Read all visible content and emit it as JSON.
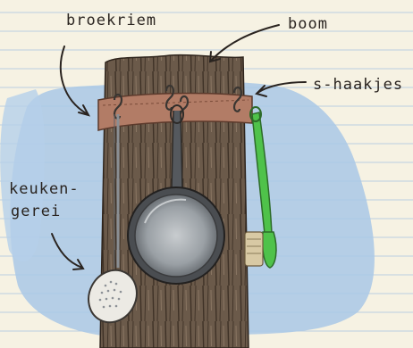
{
  "labels": {
    "belt": "broekriem",
    "tree": "boom",
    "hooks": "s-haakjes",
    "utensils_line1": "keuken-",
    "utensils_line2": "gerei"
  },
  "colors": {
    "paper": "#f6f2e3",
    "ruled_line": "#b9cde0",
    "watercolor": "#a9c8e6",
    "bark": "#6b5a4a",
    "belt": "#b27c66",
    "spatula": "#4fc24a",
    "metal": "#8a8f94",
    "ink": "#2a2420"
  }
}
